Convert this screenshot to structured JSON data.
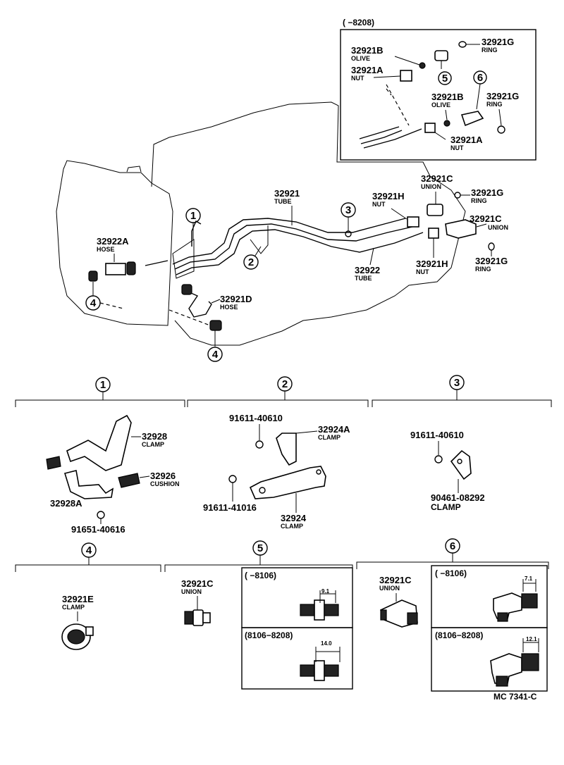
{
  "inset": {
    "range": "(      −8208)",
    "olive_b_num": "32921B",
    "olive_b_name": "OLIVE",
    "nut_a_num": "32921A",
    "nut_a_name": "NUT",
    "ring_g1_num": "32921G",
    "ring_g1_name": "RING",
    "olive_b2_num": "32921B",
    "olive_b2_name": "OLIVE",
    "ring_g2_num": "32921G",
    "ring_g2_name": "RING",
    "nut_a2_num": "32921A",
    "nut_a2_name": "NUT",
    "callout_5": "5",
    "callout_6": "6"
  },
  "main": {
    "tube_32921_num": "32921",
    "tube_32921_name": "TUBE",
    "union_c1_num": "32921C",
    "union_c1_name": "UNION",
    "nut_h1_num": "32921H",
    "nut_h1_name": "NUT",
    "ring_g3_num": "32921G",
    "ring_g3_name": "RING",
    "union_c2_num": "32921C",
    "union_c2_name": "UNION",
    "hose_a_num": "32922A",
    "hose_a_name": "HOSE",
    "tube_32922_num": "32922",
    "tube_32922_name": "TUBE",
    "nut_h2_num": "32921H",
    "nut_h2_name": "NUT",
    "ring_g4_num": "32921G",
    "ring_g4_name": "RING",
    "hose_d_num": "32921D",
    "hose_d_name": "HOSE",
    "callout_1": "1",
    "callout_2": "2",
    "callout_3": "3",
    "callout_4a": "4",
    "callout_4b": "4"
  },
  "detail1": {
    "callout": "1",
    "clamp_num": "32928",
    "clamp_name": "CLAMP",
    "cushion_num": "32926",
    "cushion_name": "CUSHION",
    "clamp_a_num": "32928A",
    "bolt_num": "91651-40616"
  },
  "detail2": {
    "callout": "2",
    "bolt1_num": "91611-40610",
    "clamp_a_num": "32924A",
    "clamp_a_name": "CLAMP",
    "bolt2_num": "91611-41016",
    "clamp_num": "32924",
    "clamp_name": "CLAMP"
  },
  "detail3": {
    "callout": "3",
    "bolt_num": "91611-40610",
    "clamp_num": "90461-08292",
    "clamp_name": "CLAMP"
  },
  "detail4": {
    "callout": "4",
    "clamp_num": "32921E",
    "clamp_name": "CLAMP"
  },
  "detail5": {
    "callout": "5",
    "union_num": "32921C",
    "union_name": "UNION",
    "box1_range": "(      −8106)",
    "box1_dim": "9.1",
    "box2_range": "(8106−8208)",
    "box2_dim": "14.0"
  },
  "detail6": {
    "callout": "6",
    "union_num": "32921C",
    "union_name": "UNION",
    "box1_range": "(      −8106)",
    "box1_dim": "7.1",
    "box2_range": "(8106−8208)",
    "box2_dim": "12.1"
  },
  "footer": {
    "code": "MC  7341-C"
  }
}
